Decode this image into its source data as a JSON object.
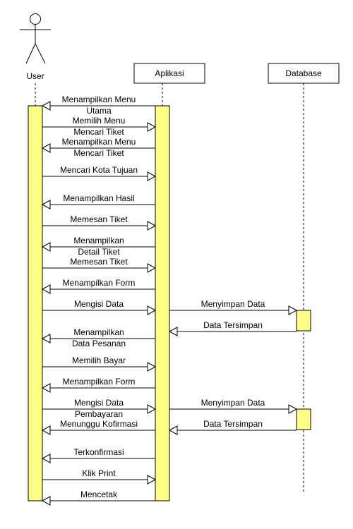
{
  "colors": {
    "activation_fill": "#ffff88",
    "line": "#000000",
    "background": "#ffffff"
  },
  "icons": {
    "actor": "stick-figure-actor-icon",
    "sync_arrow": "open-triangle-arrowhead"
  },
  "participants": [
    {
      "id": "user",
      "label": "User",
      "kind": "actor"
    },
    {
      "id": "app",
      "label": "Aplikasi",
      "kind": "box"
    },
    {
      "id": "db",
      "label": "Database",
      "kind": "box"
    }
  ],
  "messages": [
    {
      "from": "app",
      "to": "user",
      "lines": [
        "Menampilkan Menu",
        "Utama"
      ]
    },
    {
      "from": "user",
      "to": "app",
      "lines": [
        "Memilih Menu",
        "Mencari Tiket"
      ]
    },
    {
      "from": "app",
      "to": "user",
      "lines": [
        "Menampilkan Menu",
        "Mencari Tiket"
      ]
    },
    {
      "from": "user",
      "to": "app",
      "lines": [
        "Mencari Kota Tujuan"
      ]
    },
    {
      "from": "app",
      "to": "user",
      "lines": [
        "Menampilkan Hasil"
      ]
    },
    {
      "from": "user",
      "to": "app",
      "lines": [
        "Memesan Tiket"
      ]
    },
    {
      "from": "app",
      "to": "user",
      "lines": [
        "Menampilkan",
        "Detail Tiket"
      ]
    },
    {
      "from": "user",
      "to": "app",
      "lines": [
        "Memesan Tiket"
      ]
    },
    {
      "from": "app",
      "to": "user",
      "lines": [
        "Menampilkan Form"
      ]
    },
    {
      "from": "user",
      "to": "app",
      "lines": [
        "Mengisi Data"
      ]
    },
    {
      "from": "app",
      "to": "db",
      "lines": [
        "Menyimpan Data"
      ]
    },
    {
      "from": "db",
      "to": "app",
      "lines": [
        "Data Tersimpan"
      ]
    },
    {
      "from": "app",
      "to": "user",
      "lines": [
        "Menampilkan",
        "Data Pesanan"
      ]
    },
    {
      "from": "user",
      "to": "app",
      "lines": [
        "Memilih Bayar"
      ]
    },
    {
      "from": "app",
      "to": "user",
      "lines": [
        "Menampilkan Form"
      ]
    },
    {
      "from": "user",
      "to": "app",
      "lines": [
        "Mengisi Data",
        "Pembayaran"
      ]
    },
    {
      "from": "app",
      "to": "db",
      "lines": [
        "Menyimpan Data"
      ]
    },
    {
      "from": "db",
      "to": "app",
      "lines": [
        "Data Tersimpan"
      ]
    },
    {
      "from": "app",
      "to": "user",
      "lines": [
        "Menunggu Kofirmasi"
      ]
    },
    {
      "from": "app",
      "to": "user",
      "lines": [
        "Terkonfirmasi"
      ]
    },
    {
      "from": "user",
      "to": "app",
      "lines": [
        "Klik Print"
      ]
    },
    {
      "from": "app",
      "to": "user",
      "lines": [
        "Mencetak"
      ]
    }
  ]
}
